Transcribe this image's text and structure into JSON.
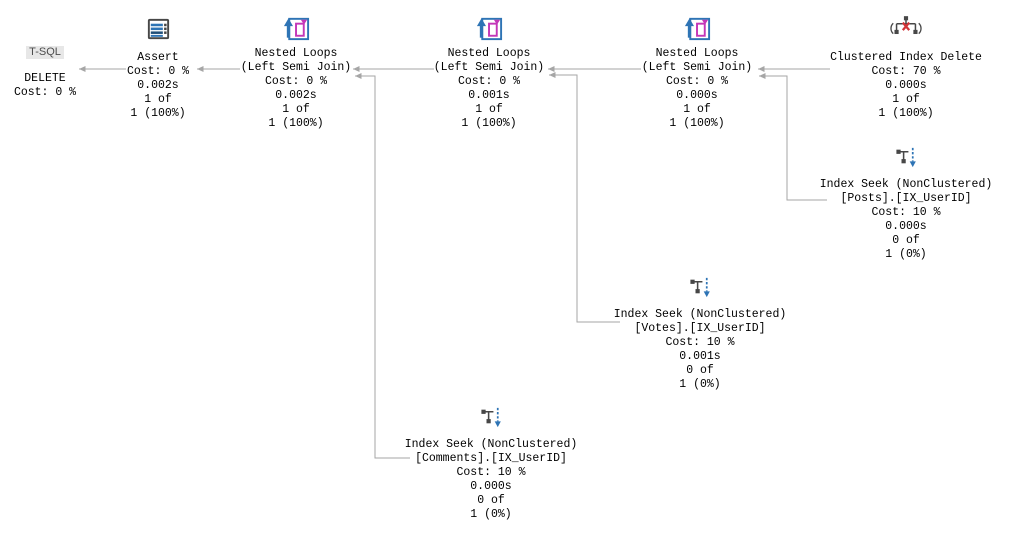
{
  "colors": {
    "background": "#ffffff",
    "connector": "#a6a6a6",
    "node_text": "#000000",
    "icon_blue": "#2e74b5",
    "icon_magenta": "#c437b8",
    "icon_dark": "#474747",
    "icon_red": "#d13438",
    "tsql_badge_bg": "#e7e7e7",
    "tsql_badge_text": "#4d4d4d"
  },
  "nodes": [
    {
      "id": "tsql-delete",
      "kind": "T-SQL statement",
      "badge": "T-SQL",
      "lines": [
        "DELETE",
        "Cost: 0 %"
      ]
    },
    {
      "id": "assert",
      "kind": "Assert operator",
      "icon": "assert-icon",
      "lines": [
        "Assert",
        "Cost: 0 %",
        "0.002s",
        "1 of",
        "1 (100%)"
      ]
    },
    {
      "id": "nested-loops-1",
      "kind": "Nested Loops operator",
      "icon": "nested-loops-icon",
      "lines": [
        "Nested Loops",
        "(Left Semi Join)",
        "Cost: 0 %",
        "0.002s",
        "1 of",
        "1 (100%)"
      ]
    },
    {
      "id": "nested-loops-2",
      "kind": "Nested Loops operator",
      "icon": "nested-loops-icon",
      "lines": [
        "Nested Loops",
        "(Left Semi Join)",
        "Cost: 0 %",
        "0.001s",
        "1 of",
        "1 (100%)"
      ]
    },
    {
      "id": "nested-loops-3",
      "kind": "Nested Loops operator",
      "icon": "nested-loops-icon",
      "lines": [
        "Nested Loops",
        "(Left Semi Join)",
        "Cost: 0 %",
        "0.000s",
        "1 of",
        "1 (100%)"
      ]
    },
    {
      "id": "clustered-index-delete",
      "kind": "Clustered Index Delete operator",
      "icon": "clustered-index-delete-icon",
      "lines": [
        "Clustered Index Delete",
        "Cost: 70 %",
        "0.000s",
        "1 of",
        "1 (100%)"
      ]
    },
    {
      "id": "index-seek-posts",
      "kind": "Index Seek operator",
      "icon": "index-seek-icon",
      "lines": [
        "Index Seek (NonClustered)",
        "[Posts].[IX_UserID]",
        "Cost: 10 %",
        "0.000s",
        "0 of",
        "1 (0%)"
      ]
    },
    {
      "id": "index-seek-votes",
      "kind": "Index Seek operator",
      "icon": "index-seek-icon",
      "lines": [
        "Index Seek (NonClustered)",
        "[Votes].[IX_UserID]",
        "Cost: 10 %",
        "0.001s",
        "0 of",
        "1 (0%)"
      ]
    },
    {
      "id": "index-seek-comments",
      "kind": "Index Seek operator",
      "icon": "index-seek-icon",
      "lines": [
        "Index Seek (NonClustered)",
        "[Comments].[IX_UserID]",
        "Cost: 10 %",
        "0.000s",
        "0 of",
        "1 (0%)"
      ]
    }
  ],
  "edges": [
    {
      "from": "assert",
      "to": "tsql-delete"
    },
    {
      "from": "nested-loops-1",
      "to": "assert"
    },
    {
      "from": "nested-loops-2",
      "to": "nested-loops-1"
    },
    {
      "from": "nested-loops-3",
      "to": "nested-loops-2"
    },
    {
      "from": "clustered-index-delete",
      "to": "nested-loops-3"
    },
    {
      "from": "index-seek-comments",
      "to": "nested-loops-1"
    },
    {
      "from": "index-seek-votes",
      "to": "nested-loops-2"
    },
    {
      "from": "index-seek-posts",
      "to": "nested-loops-3"
    }
  ]
}
